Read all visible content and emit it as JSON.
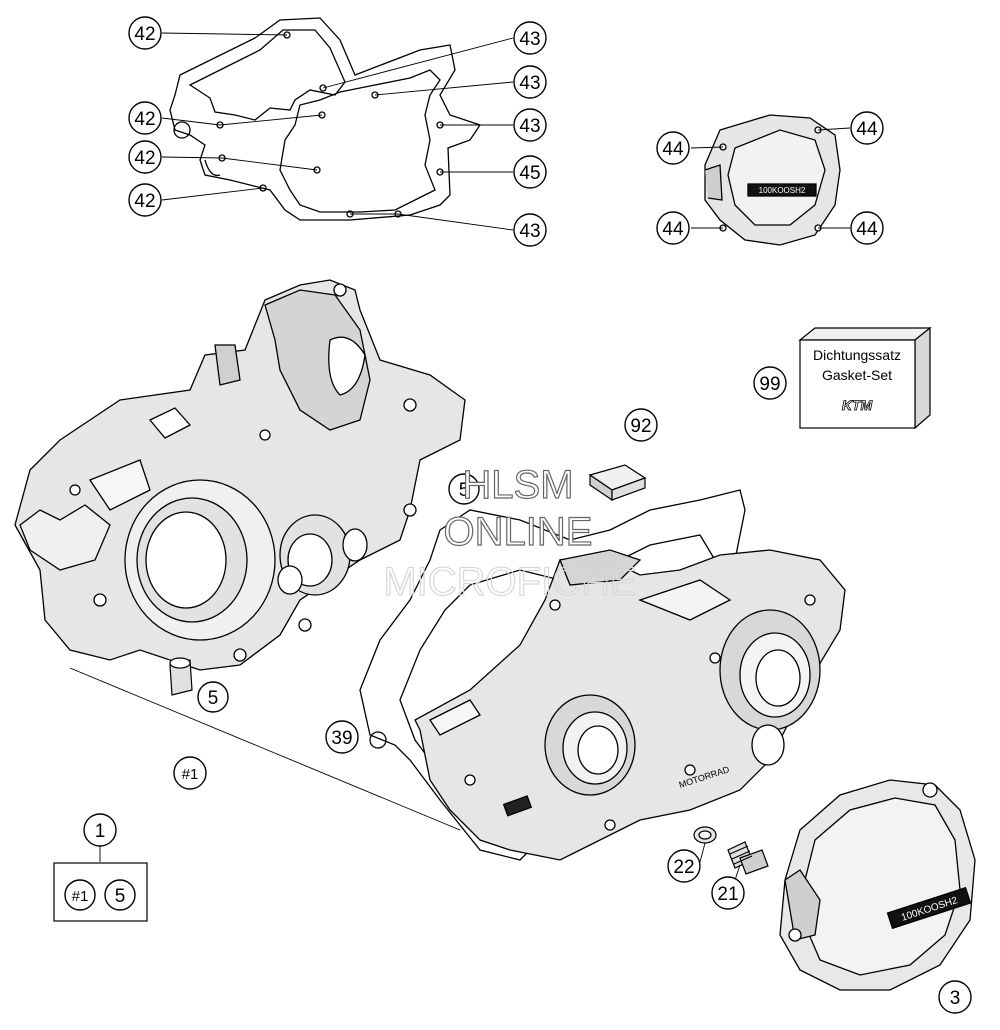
{
  "callouts": {
    "c42": "42",
    "c43": "43",
    "c44": "44",
    "c45": "45",
    "c99": "99",
    "c92": "92",
    "c5": "5",
    "c39": "39",
    "c1": "1",
    "c22": "22",
    "c21": "21",
    "c3": "3",
    "assembly": "#1"
  },
  "gasket_box": {
    "line1": "Dichtungssatz",
    "line2": "Gasket-Set",
    "logo": "KTM"
  },
  "cover_logo": "100KOOSH2",
  "casing_mark": "MOTORRAD",
  "watermark": {
    "line1": "HLSM",
    "line2": "ONLINE",
    "line3": "MICROFICHE"
  },
  "colors": {
    "line": "#000000",
    "part_fill": "#e4e4e4",
    "part_fill_dark": "#cfcfcf",
    "background": "#ffffff"
  }
}
